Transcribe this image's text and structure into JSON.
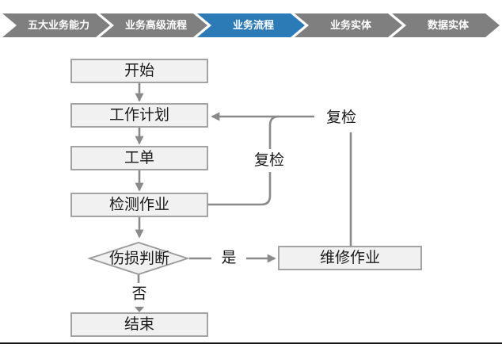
{
  "colors": {
    "chevron_gray": "#7F7F7F",
    "chevron_blue": "#2C7AB6",
    "node_fill": "#F1F1F1",
    "node_border": "#9A9A9A",
    "connector": "#8A8A8A",
    "label_text": "#1A1A1A",
    "bottom_line": "#141414"
  },
  "nav": {
    "items": [
      {
        "label": "五大业务能力",
        "active": false
      },
      {
        "label": "业务高级流程",
        "active": false
      },
      {
        "label": "业务流程",
        "active": true
      },
      {
        "label": "业务实体",
        "active": false
      },
      {
        "label": "数据实体",
        "active": false
      }
    ]
  },
  "flowchart": {
    "nodes": {
      "start": "开始",
      "work_plan": "工作计划",
      "work_order": "工单",
      "inspection_job": "检测作业",
      "damage_decision": "伤损判断",
      "repair_job": "维修作业",
      "end": "结束"
    },
    "edge_labels": {
      "recheck_middle": "复检",
      "recheck_right": "复检",
      "yes": "是",
      "no": "否"
    }
  }
}
